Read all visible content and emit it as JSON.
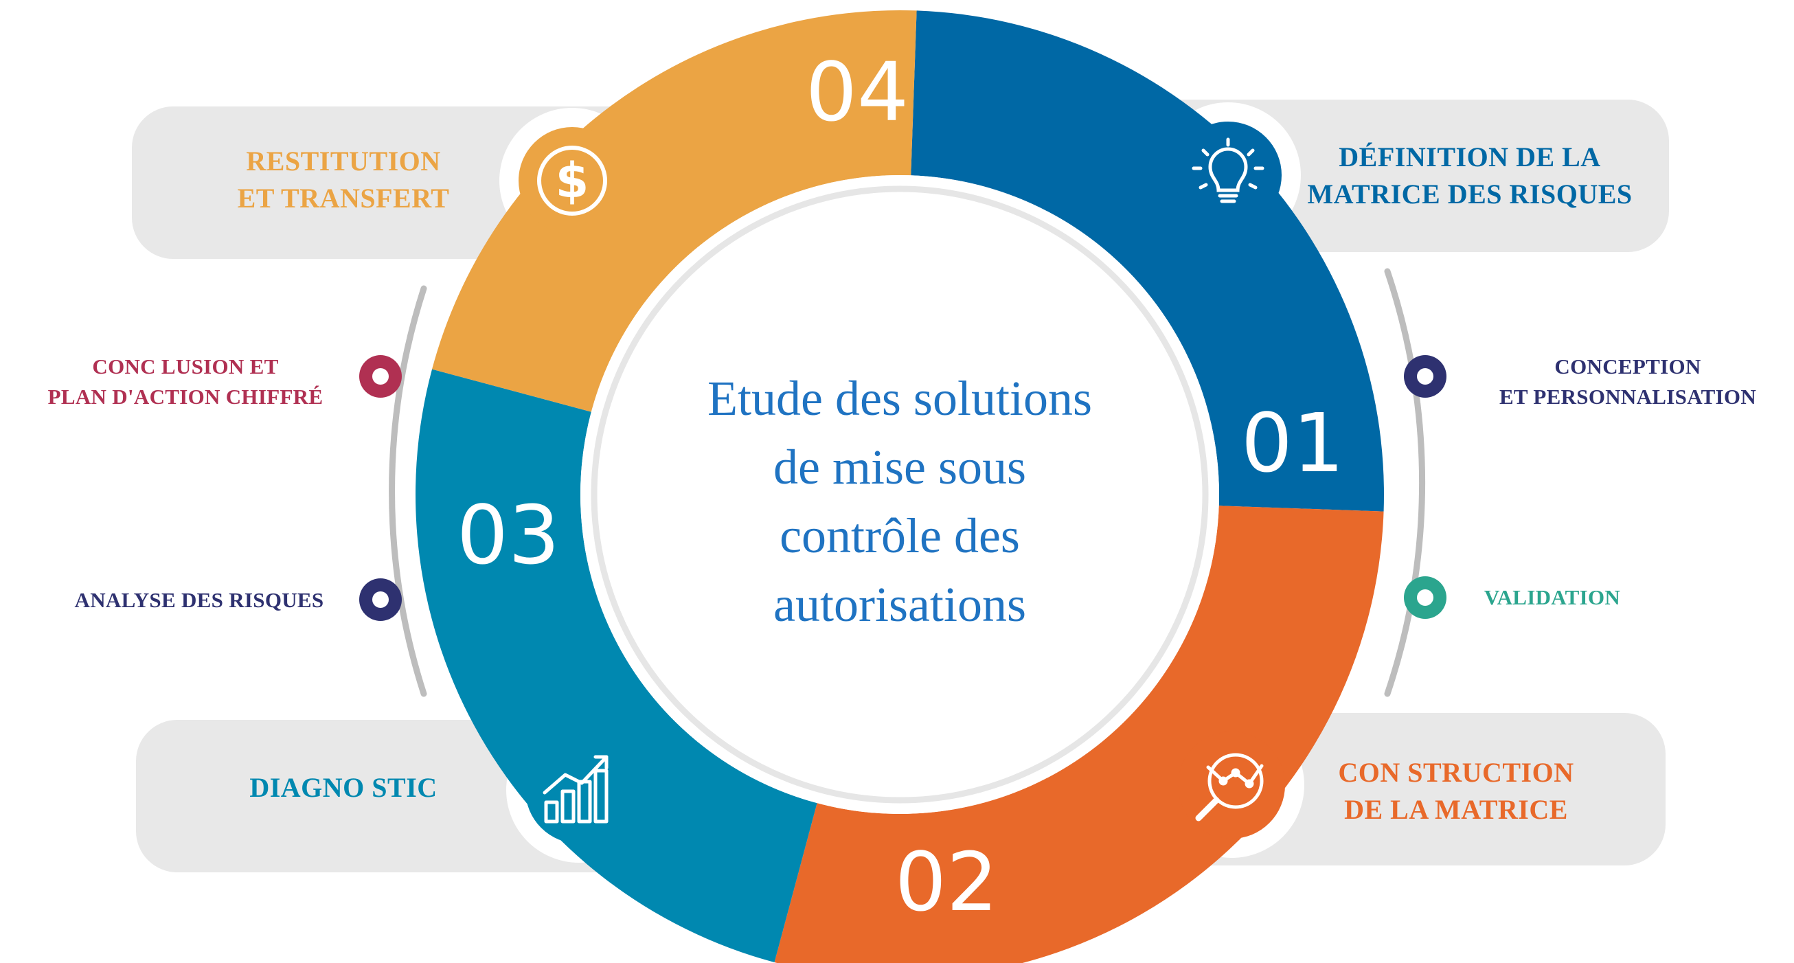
{
  "colors": {
    "blue_dark": "#0068a5",
    "orange": "#e8692a",
    "teal_blue": "#0088b0",
    "amber": "#eba444",
    "pill_bg": "#e8e8e8",
    "center_text": "#1f73c2",
    "crimson": "#b03052",
    "navy": "#2e3170",
    "teal_green": "#2ba58e",
    "grey_line": "#bdbdbd"
  },
  "center": {
    "lines": [
      "Etude des solutions",
      "de mise sous",
      "contrôle des",
      "autorisations"
    ]
  },
  "segments": [
    {
      "number": "01",
      "color": "#0068a5"
    },
    {
      "number": "02",
      "color": "#e8692a"
    },
    {
      "number": "03",
      "color": "#0088b0"
    },
    {
      "number": "04",
      "color": "#eba444"
    }
  ],
  "pills": {
    "top_right": {
      "lines": [
        "DÉFINITION DE LA",
        "MATRICE DES RISQUES"
      ],
      "icon": "lightbulb-icon",
      "color": "#0068a5"
    },
    "bottom_right": {
      "lines": [
        "CON STRUCTION",
        "DE LA MATRICE"
      ],
      "icon": "magnifier-chart-icon",
      "color": "#e8692a"
    },
    "bottom_left": {
      "lines": [
        "DIAGNO STIC"
      ],
      "icon": "growth-chart-icon",
      "color": "#0088b0"
    },
    "top_left": {
      "lines": [
        "RESTITUTION",
        "ET TRANSFERT"
      ],
      "icon": "dollar-icon",
      "color": "#eba444"
    }
  },
  "side_labels": {
    "conclusion": {
      "lines": [
        "CONC LUSION ET",
        "PLAN D'ACTION CHIFFRÉ"
      ],
      "color": "#b03052"
    },
    "analyse": {
      "lines": [
        "ANALYSE DES RISQUES"
      ],
      "color": "#2e3170"
    },
    "conception": {
      "lines": [
        "CONCEPTION",
        "ET PERSONNALISATION"
      ],
      "color": "#2e3170"
    },
    "validation": {
      "lines": [
        "VALIDATION"
      ],
      "color": "#2ba58e"
    }
  }
}
